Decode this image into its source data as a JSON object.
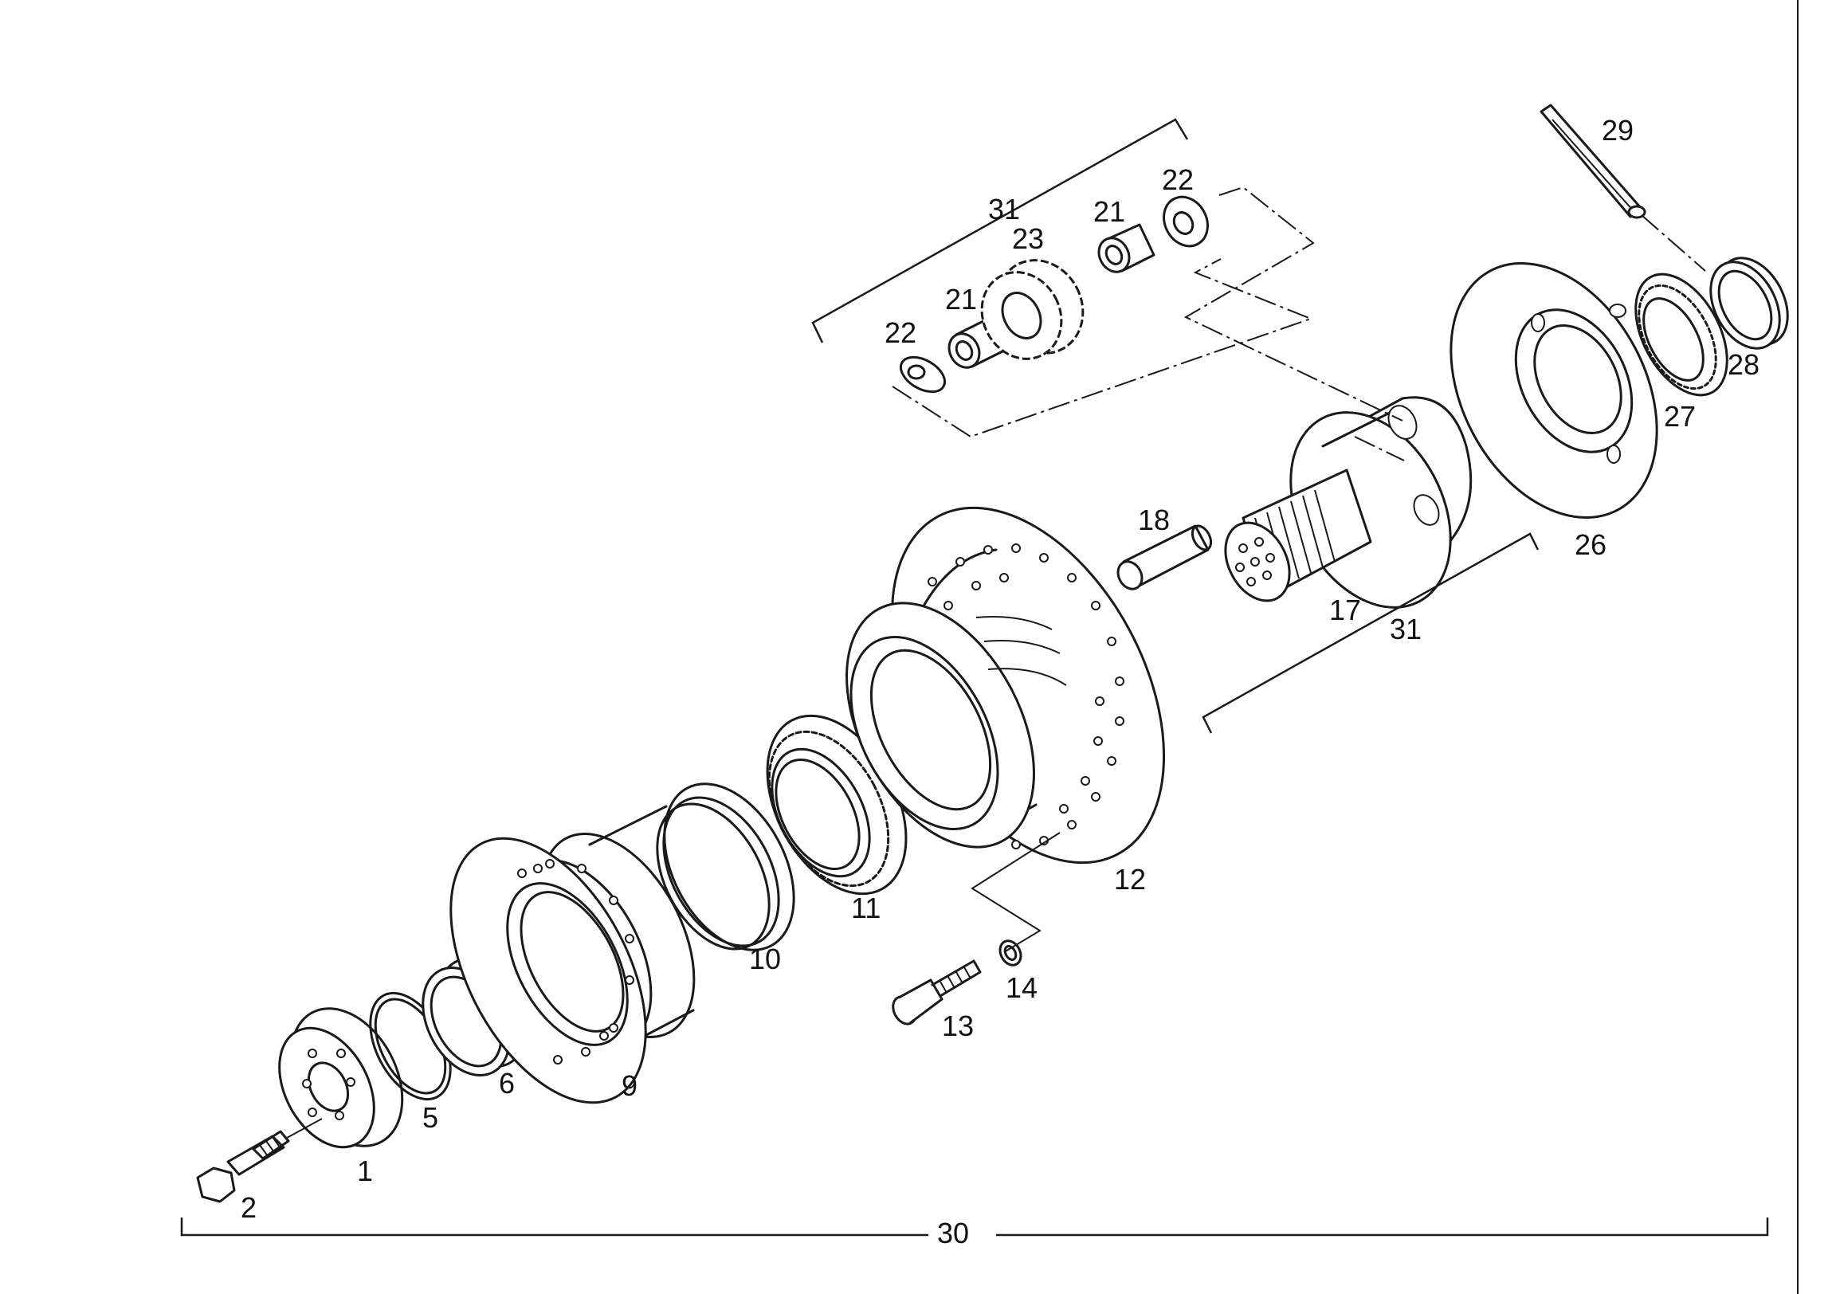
{
  "labels": {
    "p1": "1",
    "p2": "2",
    "p5": "5",
    "p6": "6",
    "p9": "9",
    "p10": "10",
    "p11": "11",
    "p12": "12",
    "p13": "13",
    "p14": "14",
    "p17": "17",
    "p18": "18",
    "p21a": "21",
    "p21b": "21",
    "p22a": "22",
    "p22b": "22",
    "p23": "23",
    "p26": "26",
    "p27": "27",
    "p28": "28",
    "p29": "29",
    "p30": "30",
    "p31a": "31",
    "p31b": "31"
  }
}
